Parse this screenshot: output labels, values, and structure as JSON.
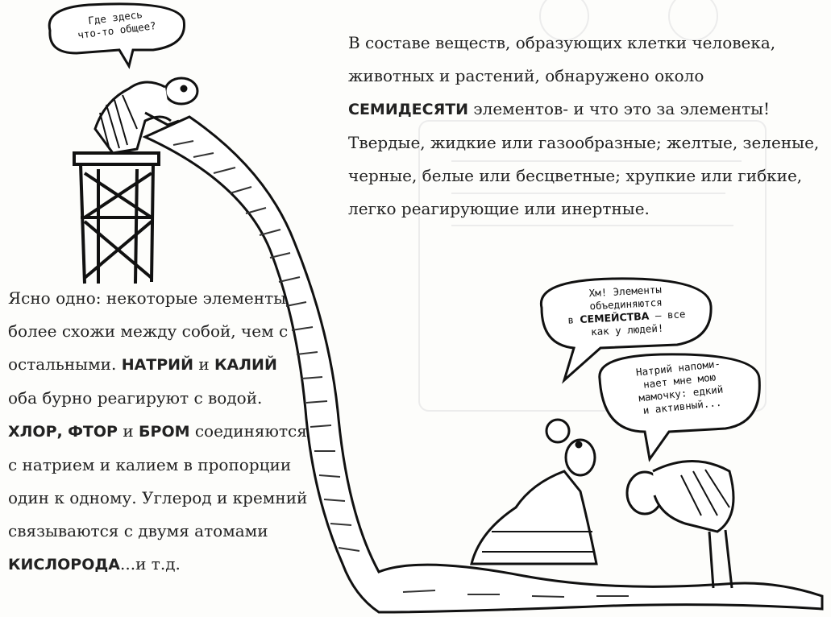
{
  "paragraphs": {
    "top": {
      "part1": "В составе веществ, образующих клетки человека, животных и растений, обнаружено около ",
      "emph1": "СЕМИДЕСЯТИ",
      "part2": " элементов- и что это за элементы! Твердые, жидкие или газообразные; желтые, зеленые, черные, белые или бесцветные; хрупкие или гибкие, легко реагирующие или инертные."
    },
    "left": {
      "part1": "Ясно одно: некоторые элементы более схожи между собой, чем с остальными. ",
      "emph1": "НАТРИЙ",
      "part2": " и ",
      "emph2": "КАЛИЙ",
      "part3": " оба бурно реагируют с водой. ",
      "emph3": "ХЛОР,",
      "part4": " ",
      "emph4": "ФТОР",
      "part5": " и ",
      "emph5": "БРОМ",
      "part6": " соединяются с натрием и калием в пропорции один к одному. Углерод и кремний связываются с двумя атомами ",
      "emph6": "КИСЛОРОДА",
      "part7": "...и т.д."
    }
  },
  "bubbles": {
    "man_on_tower": {
      "line1": "Где здесь",
      "line2": "что-то общее?"
    },
    "woman": {
      "line1": "Хм! Элементы",
      "line2": "объединяются",
      "line3a": "в ",
      "line3b": "СЕМЕЙСТВА",
      "line3c": " — все",
      "line4": "как у людей!"
    },
    "man": {
      "line1": "Натрий напоми-",
      "line2": "нает мне мою",
      "line3": "мамочку: едкий",
      "line4": "и активный..."
    }
  },
  "illustration": {
    "tower-figure": "man leaning over tower",
    "scroll": "long paper scroll",
    "woman": "lady in crinoline dress",
    "old-man": "bent old man"
  }
}
